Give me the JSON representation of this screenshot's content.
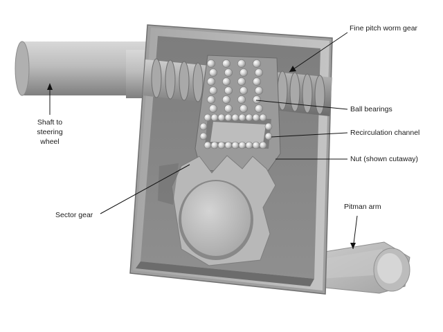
{
  "diagram": {
    "labels": {
      "worm_gear": "Fine pitch worm gear",
      "ball_bearings": "Ball bearings",
      "recirculation_channel": "Recirculation channel",
      "nut": "Nut (shown cutaway)",
      "pitman_arm": "Pitman arm",
      "sector_gear": "Sector gear",
      "shaft_line1": "Shaft to",
      "shaft_line2": "steering",
      "shaft_line3": "wheel"
    },
    "colors": {
      "background": "#ffffff",
      "housing": "#8e8e8e",
      "component": "#b9b9b9",
      "shadow": "#6a6a6a",
      "text": "#1a1a1a"
    }
  }
}
